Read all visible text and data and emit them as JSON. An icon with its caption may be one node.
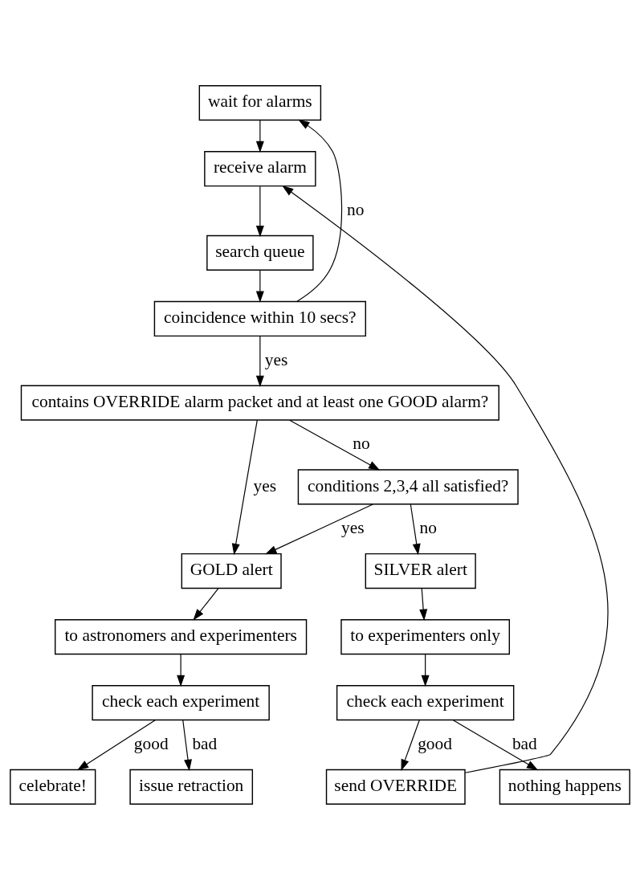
{
  "diagram": {
    "nodes": [
      {
        "text": [
          "wait for alarms"
        ]
      },
      {
        "text": [
          "receive alarm"
        ]
      },
      {
        "text": [
          "search queue"
        ]
      },
      {
        "text": [
          "coincidence within 10 secs?"
        ]
      },
      {
        "text": [
          "contains OVERRIDE alarm packet and at least one GOOD alarm?"
        ]
      },
      {
        "text": [
          "conditions 2,3,4 all satisfied?"
        ]
      },
      {
        "text": [
          "GOLD alert"
        ]
      },
      {
        "text": [
          "SILVER alert"
        ]
      },
      {
        "text": [
          "to astronomers and experimenters"
        ]
      },
      {
        "text": [
          "to experimenters only"
        ]
      },
      {
        "text": [
          "check each experiment"
        ]
      },
      {
        "text": [
          "check each experiment"
        ]
      },
      {
        "text": [
          "issue retraction"
        ]
      },
      {
        "text": [
          "celebrate!"
        ]
      },
      {
        "text": [
          "nothing happens"
        ]
      },
      {
        "text": [
          "send OVERRIDE"
        ]
      }
    ],
    "edges": [
      {
        "from": 0,
        "to": 1,
        "arrow": "to"
      },
      {
        "from": 1,
        "to": 2,
        "arrow": "to"
      },
      {
        "from": 2,
        "to": 3,
        "arrow": "to"
      },
      {
        "from": 3,
        "to": 0,
        "arrow": "to",
        "label": "no"
      },
      {
        "from": 3,
        "to": 4,
        "arrow": "to",
        "label": "yes"
      },
      {
        "from": 4,
        "to": 6,
        "arrow": "to",
        "label": "yes"
      },
      {
        "from": 4,
        "to": 5,
        "arrow": "to",
        "label": "no"
      },
      {
        "from": 5,
        "to": 6,
        "arrow": "to",
        "label": "yes"
      },
      {
        "from": 5,
        "to": 7,
        "arrow": "to",
        "label": "no"
      },
      {
        "from": 6,
        "to": 8,
        "arrow": "to"
      },
      {
        "from": 7,
        "to": 9,
        "arrow": "to"
      },
      {
        "from": 8,
        "to": 10,
        "arrow": "to"
      },
      {
        "from": 9,
        "to": 11,
        "arrow": "to"
      },
      {
        "from": 10,
        "to": 12,
        "arrow": "to",
        "label": "bad"
      },
      {
        "from": 10,
        "to": 13,
        "arrow": "to",
        "label": "good"
      },
      {
        "from": 11,
        "to": 14,
        "arrow": "to",
        "label": "bad"
      },
      {
        "from": 11,
        "to": 15,
        "arrow": "to",
        "label": "good"
      },
      {
        "from": 15,
        "to": 1,
        "arrow": "to"
      }
    ]
  }
}
